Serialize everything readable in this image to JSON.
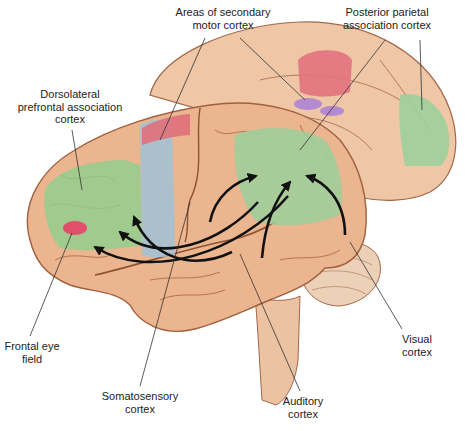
{
  "diagram": {
    "labels": [
      "Areas of secondary motor cortex",
      "Posterior parietal association cortex",
      "Dorsolateral prefrontal association cortex",
      "Frontal eye field",
      "Somatosensory cortex",
      "Auditory cortex",
      "Visual cortex"
    ]
  }
}
